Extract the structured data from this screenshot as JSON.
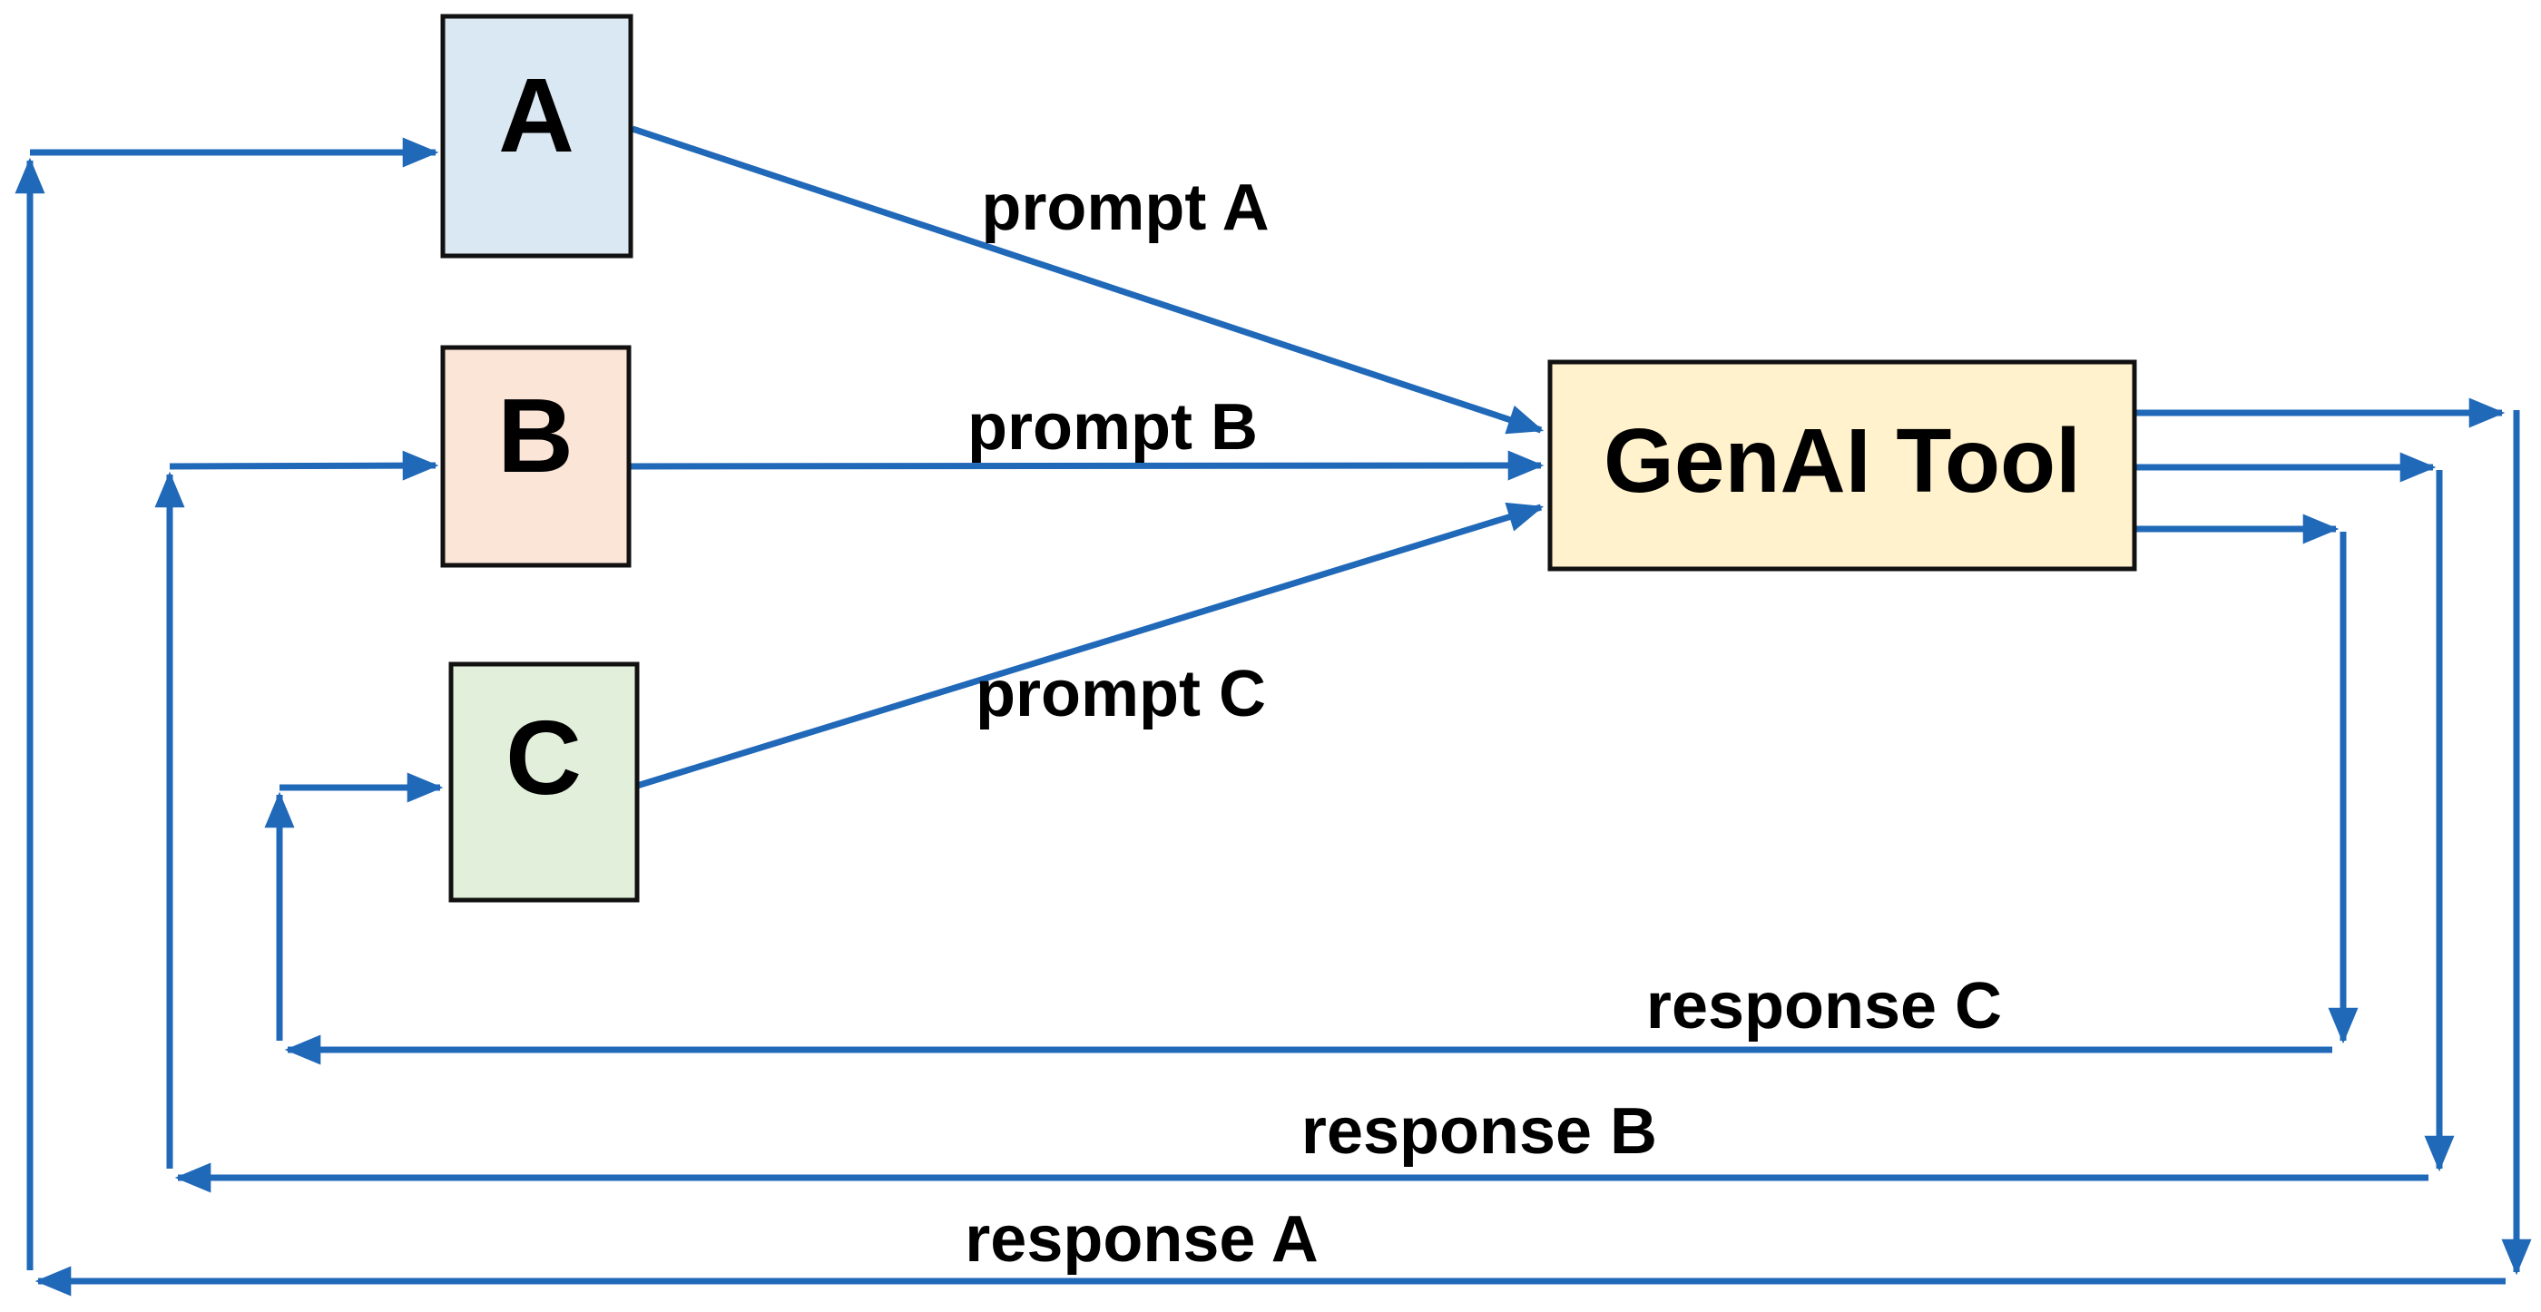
{
  "diagram": {
    "nodes": {
      "a": {
        "label": "A"
      },
      "b": {
        "label": "B"
      },
      "c": {
        "label": "C"
      },
      "genai": {
        "label": "GenAI Tool"
      }
    },
    "edges": {
      "prompt_a": {
        "label": "prompt A",
        "from": "A",
        "to": "GenAI Tool"
      },
      "prompt_b": {
        "label": "prompt B",
        "from": "B",
        "to": "GenAI Tool"
      },
      "prompt_c": {
        "label": "prompt C",
        "from": "C",
        "to": "GenAI Tool"
      },
      "response_a": {
        "label": "response A",
        "from": "GenAI Tool",
        "to": "A"
      },
      "response_b": {
        "label": "response B",
        "from": "GenAI Tool",
        "to": "B"
      },
      "response_c": {
        "label": "response C",
        "from": "GenAI Tool",
        "to": "C"
      }
    },
    "colors": {
      "arrow_color": "#2068b8",
      "node_border": "#111111",
      "label_color": "#000000",
      "background": "#ffffff",
      "node_a_fill": "#dae8f4",
      "node_b_fill": "#fbe5d6",
      "node_c_fill": "#e2efda",
      "node_genai_fill": "#fff2cc"
    }
  }
}
